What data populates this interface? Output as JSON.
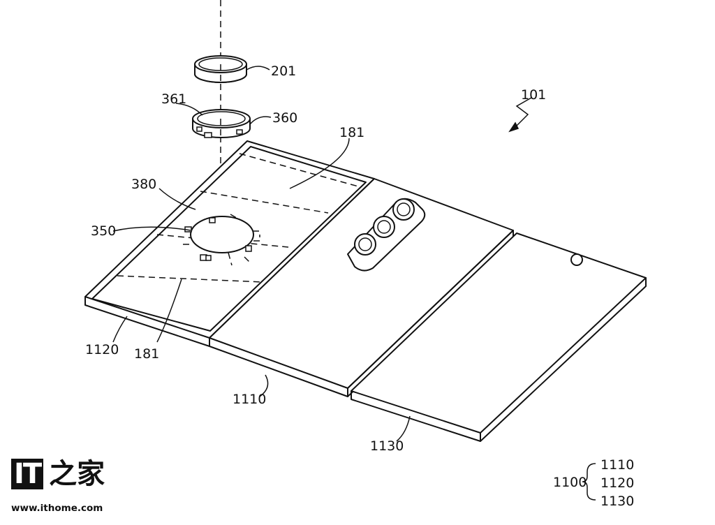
{
  "labels": {
    "l201": "201",
    "l361": "361",
    "l360": "360",
    "l101": "101",
    "l181_top": "181",
    "l380": "380",
    "l350": "350",
    "l1120": "1120",
    "l181_bottom": "181",
    "l1110": "1110",
    "l1130": "1130",
    "l1100": "1100",
    "brace_1110": "1110",
    "brace_1120": "1120",
    "brace_1130": "1130"
  },
  "watermark": {
    "mark_it": "IT",
    "mark_cn": "之家",
    "url": "www.ithome.com"
  }
}
